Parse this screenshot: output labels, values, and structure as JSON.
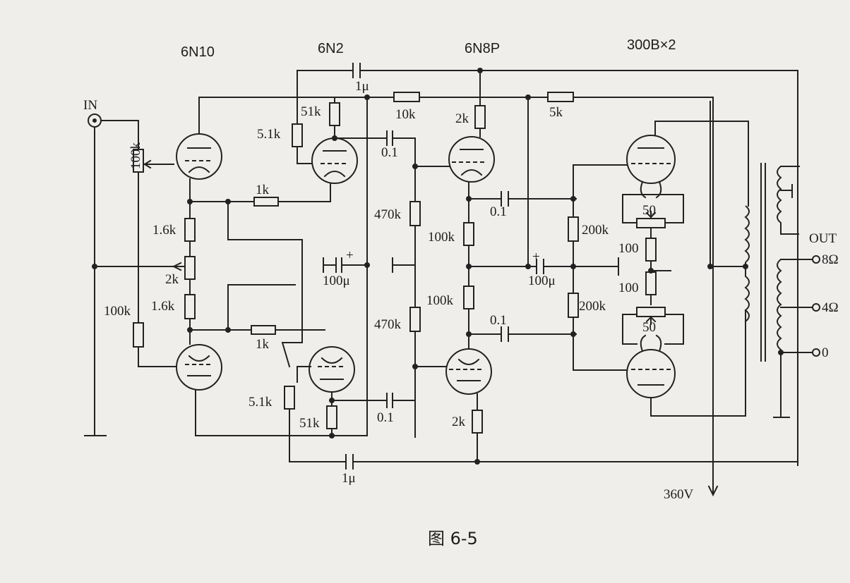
{
  "headers": {
    "stage1": "6N10",
    "stage2": "6N2",
    "stage3": "6N8P",
    "stage4": "300B×2"
  },
  "io": {
    "input": "IN",
    "output": "OUT",
    "tap_8": "8Ω",
    "tap_4": "4Ω",
    "tap_0": "0",
    "supply": "360V"
  },
  "labels": {
    "r_input_pot": "100k",
    "r_grid_lower": "100k",
    "r_cath_upper": "1.6k",
    "r_cath_pot": "2k",
    "r_cath_lower": "1.6k",
    "r_link_upper": "1k",
    "r_link_lower": "1k",
    "r_plate_upper": "51k",
    "r_plate_lower": "51k",
    "r_grid2_upper": "5.1k",
    "r_grid2_lower": "5.1k",
    "c_fb_upper": "1μ",
    "c_fb_lower": "1μ",
    "c_cpl_upper": "0.1",
    "c_cpl_lower": "0.1",
    "r_470_upper": "470k",
    "r_470_lower": "470k",
    "c_bias": "100μ",
    "r_10k": "10k",
    "r_5k": "5k",
    "r_2k_upper": "2k",
    "r_2k_lower": "2k",
    "r_100k_upper": "100k",
    "r_100k_lower": "100k",
    "c_drv_upper": "0.1",
    "c_drv_lower": "0.1",
    "r_200k_upper": "200k",
    "r_200k_lower": "200k",
    "c_bias2": "100μ",
    "hum_upper": "50",
    "hum_lower": "50",
    "r_100_upper": "100",
    "r_100_lower": "100"
  },
  "caption": "图   6-5"
}
